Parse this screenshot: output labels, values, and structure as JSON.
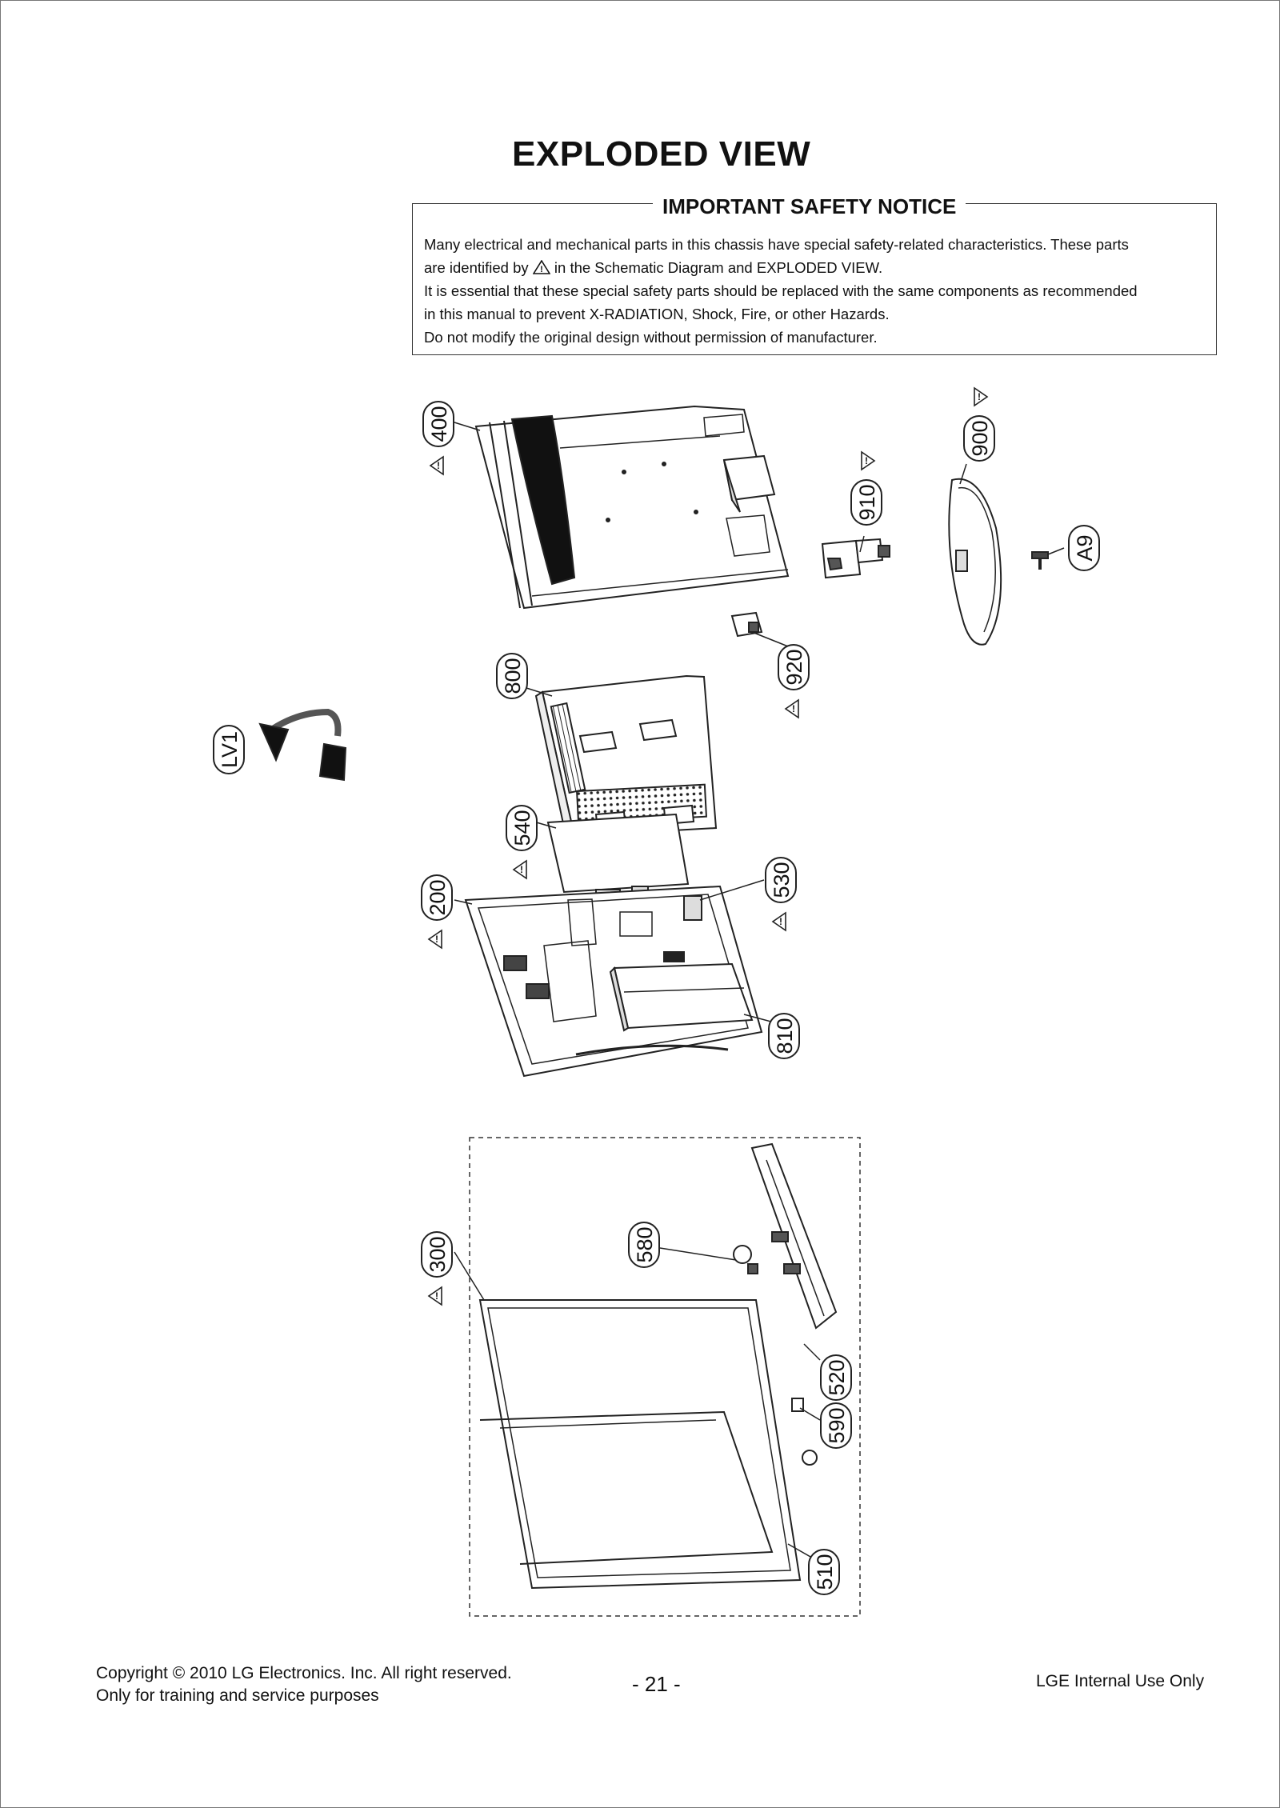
{
  "page": {
    "title": "EXPLODED VIEW"
  },
  "notice": {
    "title": "IMPORTANT SAFETY NOTICE",
    "line1": "Many electrical and mechanical parts in this chassis have special safety-related characteristics. These parts",
    "line2_pre": "are identified by",
    "line2_post": "in the Schematic Diagram and EXPLODED VIEW.",
    "line3": "It is essential that these special safety parts should be replaced with the same components as recommended",
    "line4": "in this manual to prevent X-RADIATION, Shock, Fire, or other Hazards.",
    "line5": "Do not modify the original design without permission of manufacturer."
  },
  "parts": {
    "p400": "400",
    "p900": "900",
    "p910": "910",
    "pA9": "A9",
    "p920": "920",
    "p800": "800",
    "pLV1": "LV1",
    "p540": "540",
    "p530": "530",
    "p200": "200",
    "p810": "810",
    "p300": "300",
    "p580": "580",
    "p520": "520",
    "p590": "590",
    "p510": "510"
  },
  "warning_mark": "!",
  "footer": {
    "copyright": "Copyright © 2010 LG Electronics. Inc. All right reserved.",
    "purpose": "Only for training and service purposes",
    "page_number": "- 21 -",
    "usage": "LGE Internal Use Only"
  }
}
